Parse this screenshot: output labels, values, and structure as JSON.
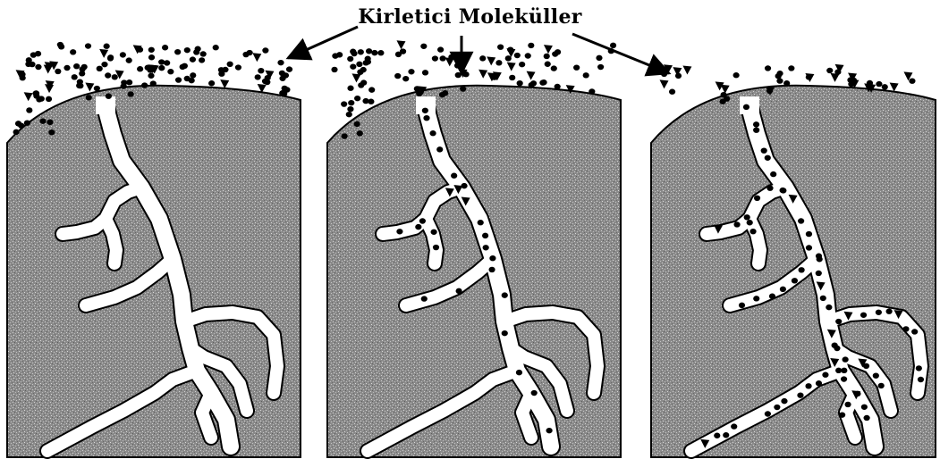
{
  "title": "Kirletici Moleküller",
  "colors": {
    "rock_fill": "#8a8a8a",
    "rock_speckle": "#c9c9c9",
    "pore_fill": "#ffffff",
    "outline": "#000000",
    "molecule": "#000000",
    "background": "#ffffff"
  },
  "panels": [
    {
      "id": "panel-1",
      "stage": "contaminants-on-surface",
      "pore_molecules": 0
    },
    {
      "id": "panel-2",
      "stage": "contaminants-entering-pores",
      "pore_molecules": 26
    },
    {
      "id": "panel-3",
      "stage": "contaminants-inside-pores",
      "pore_molecules": 70
    }
  ]
}
